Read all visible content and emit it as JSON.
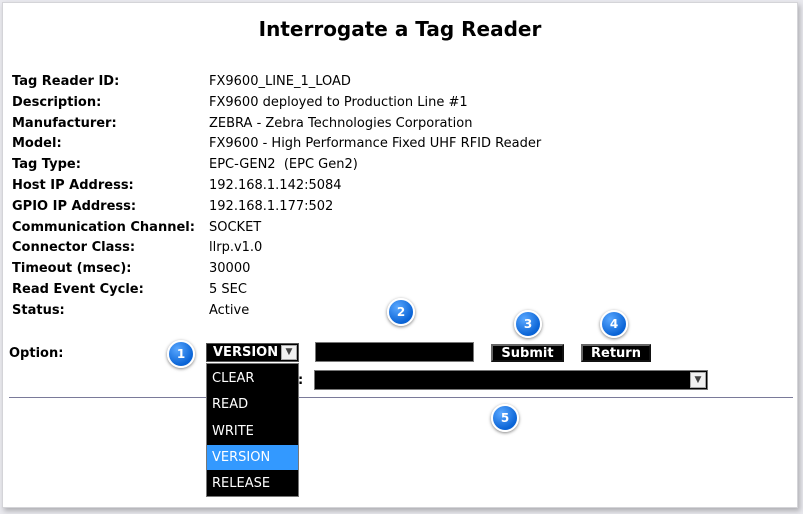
{
  "page": {
    "title": "Interrogate a Tag Reader"
  },
  "info": [
    {
      "label": "Tag Reader ID:",
      "value": "FX9600_LINE_1_LOAD"
    },
    {
      "label": "Description:",
      "value": "FX9600 deployed to Production Line #1"
    },
    {
      "label": "Manufacturer:",
      "value": "ZEBRA - Zebra Technologies Corporation"
    },
    {
      "label": "Model:",
      "value": "FX9600 - High Performance Fixed UHF RFID Reader"
    },
    {
      "label": "Tag Type:",
      "value": "EPC-GEN2  (EPC Gen2)"
    },
    {
      "label": "Host IP Address:",
      "value": "192.168.1.142:5084"
    },
    {
      "label": "GPIO IP Address:",
      "value": "192.168.1.177:502"
    },
    {
      "label": "Communication Channel:",
      "value": "SOCKET"
    },
    {
      "label": "Connector Class:",
      "value": "llrp.v1.0"
    },
    {
      "label": "Timeout (msec):",
      "value": "30000"
    },
    {
      "label": "Read Event Cycle:",
      "value": "5 SEC"
    },
    {
      "label": "Status:",
      "value": "Active"
    }
  ],
  "option": {
    "label": "Option:",
    "selected": "VERSION",
    "items": [
      "CLEAR",
      "READ",
      "WRITE",
      "VERSION",
      "RELEASE"
    ],
    "highlighted_index": 3
  },
  "form": {
    "text_value": "",
    "submit_label": "Submit",
    "return_label": "Return",
    "partial_label": ":"
  },
  "badges": [
    "1",
    "2",
    "3",
    "4",
    "5"
  ],
  "colors": {
    "highlight": "#3399ff",
    "badge": "#0a64d6"
  }
}
